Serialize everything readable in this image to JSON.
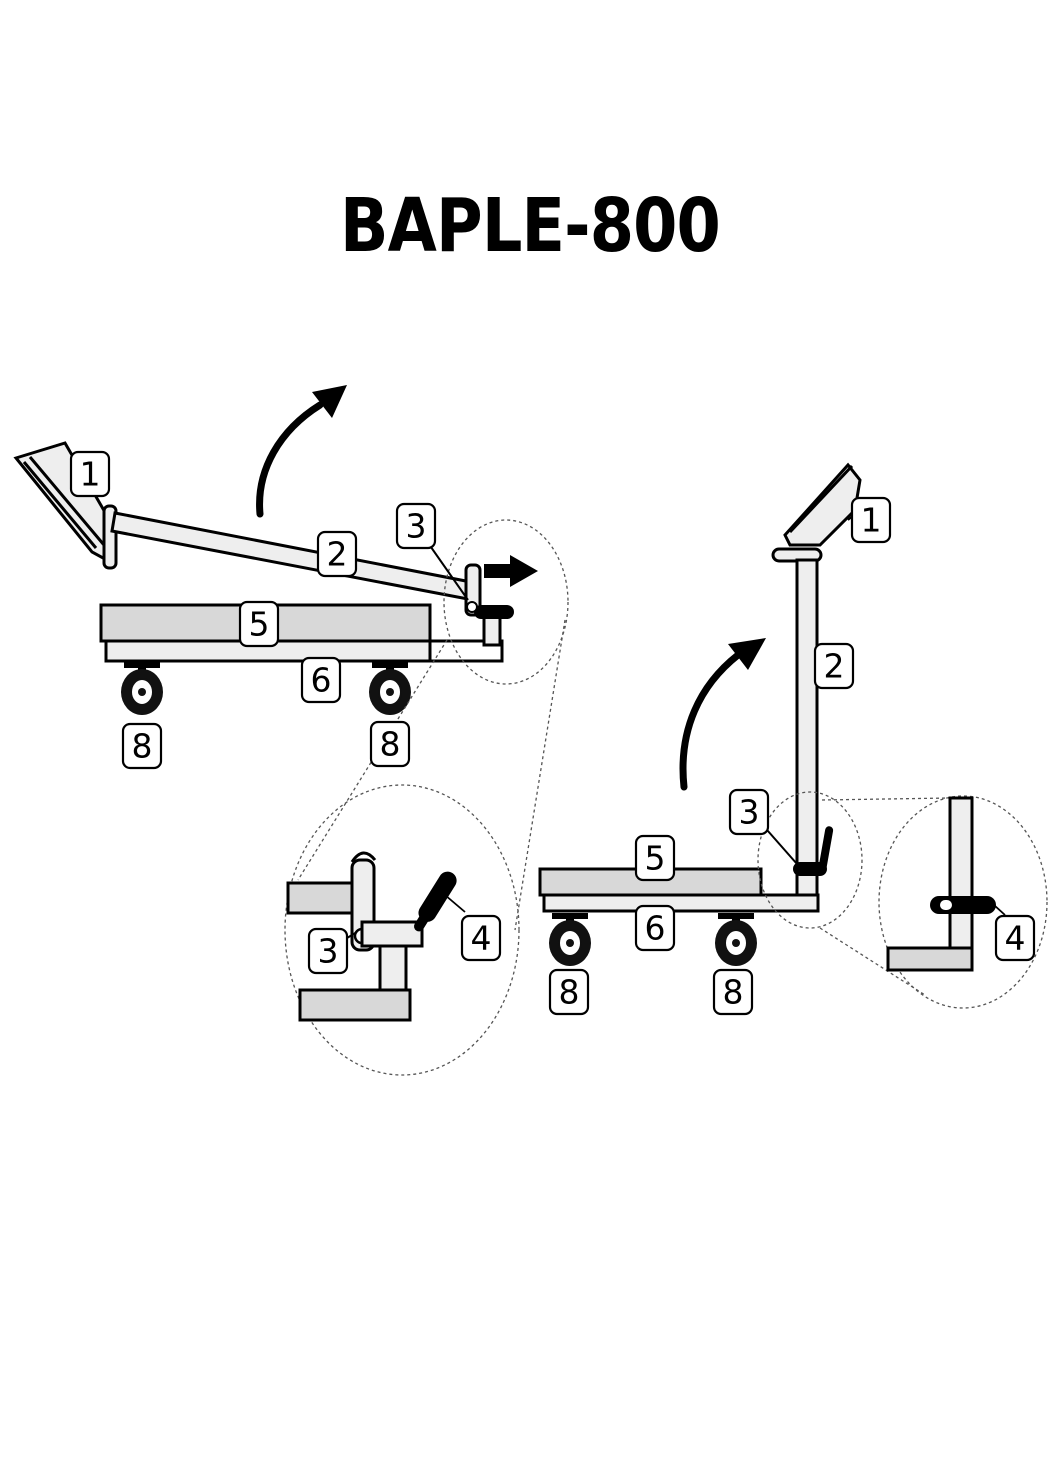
{
  "title": "BAPLE-800",
  "callouts": {
    "n1": "1",
    "n2": "2",
    "n3": "3",
    "n4": "4",
    "n5": "5",
    "n6": "6",
    "n8": "8"
  },
  "colors": {
    "ink": "#000000",
    "metal": "#d8d8d8",
    "background": "#ffffff"
  }
}
